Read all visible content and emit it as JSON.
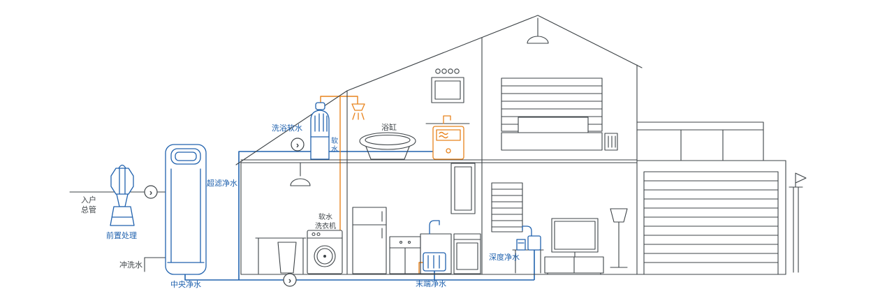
{
  "diagram": {
    "type": "whole-house-water-purification-schematic",
    "colors": {
      "outline": "#3d4347",
      "blue": "#2062ae",
      "orange": "#e8831c"
    },
    "labels": {
      "inlet_1": "入户",
      "inlet_2": "总管",
      "prefilter": "前置处理",
      "flush_water": "冲洗水",
      "central_purifier": "中央净水",
      "ultrafiltration": "超滤净水",
      "bath_softener": "洗浴软水",
      "soft_1": "软",
      "soft_2": "水",
      "bathtub": "浴缸",
      "washer_1": "软水",
      "washer_2": "洗衣机",
      "terminal_purifier": "末端净水",
      "deep_purifier": "深度净水"
    },
    "markers": {
      "flow_arrow": "›"
    }
  }
}
